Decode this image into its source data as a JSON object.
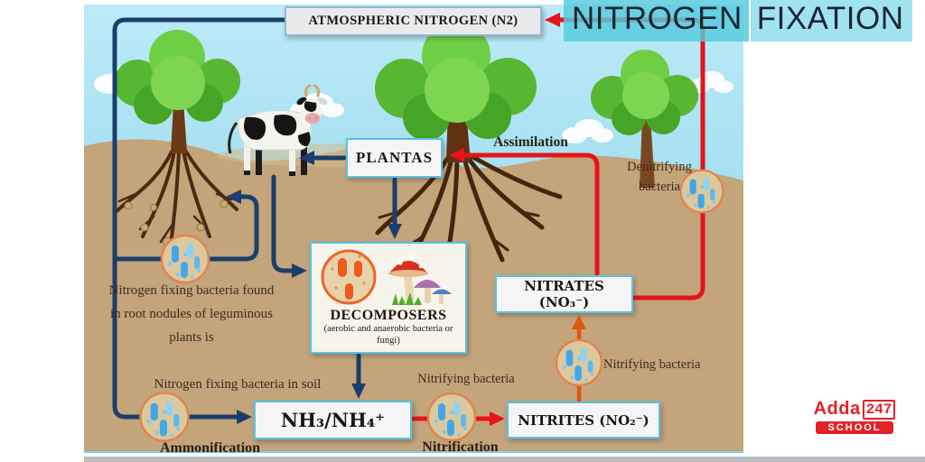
{
  "diagram_title": {
    "word1": "NITROGEN",
    "word2": "FIXATION"
  },
  "boxes": {
    "atmospheric_nitrogen": "ATMOSPHERIC NITROGEN (N2)",
    "plants": "PLANTAS",
    "decomposers": "DECOMPOSERS",
    "decomposers_subtitle": "(aerobic and anaerobic bacteria or fungi)",
    "nitrates": "NITRATES (NO₃⁻)",
    "ammonium": "NH₃/NH₄⁺",
    "nitrites": "NITRITES (NO₂⁻)"
  },
  "labels": {
    "assimilation": "Assimilation",
    "denitrifying_bacteria": "Denitrifying bacteria",
    "root_nodule_bacteria": "Nitrogen fixing bacteria found in root nodules of leguminous plants is",
    "soil_bacteria": "Nitrogen fixing bacteria in soil",
    "ammonification": "Ammonification",
    "nitrifying_bacteria_lower": "Nitrifying bacteria",
    "nitrification": "Nitrification",
    "nitrifying_bacteria_upper": "Nitrifying bacteria"
  },
  "logo": {
    "brand": "Adda",
    "number": "247",
    "tagline": "SCHOOL"
  },
  "colors": {
    "navy_arrow": "#1b3e6c",
    "red_arrow": "#e6131b",
    "orange_arrow": "#e2560e",
    "title_highlight": "#5fcfe3",
    "logo_red": "#e32227",
    "soil": "#c3a47b",
    "sky_top": "#b8e8f6",
    "sky_bottom": "#7fd0e8",
    "box_border": "#56c3e4"
  }
}
